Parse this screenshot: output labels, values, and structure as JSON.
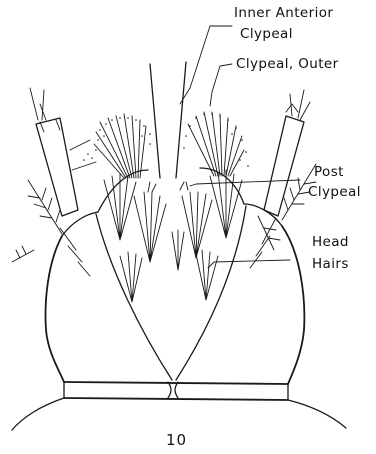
{
  "figure": {
    "number": "10",
    "labels": {
      "inner_anterior_clypeal_line1": "Inner Anterior",
      "inner_anterior_clypeal_line2": "Clypeal",
      "clypeal_outer": "Clypeal, Outer",
      "post_clypeal_line1": "Post",
      "post_clypeal_line2": "Clypeal",
      "head_hairs_line1": "Head",
      "head_hairs_line2": "Hairs"
    }
  }
}
